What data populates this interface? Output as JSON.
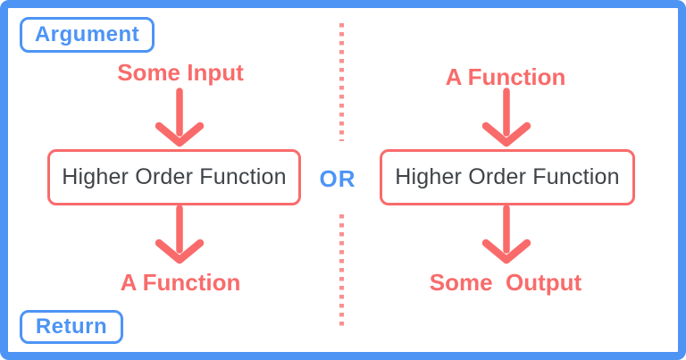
{
  "diagram": {
    "title_semantics": "Higher Order Function diagram",
    "badges": {
      "argument": "Argument",
      "return": "Return"
    },
    "or_label": "OR",
    "left_flow": {
      "input": "Some Input",
      "box": "Higher Order Function",
      "output": "A Function"
    },
    "right_flow": {
      "input": "A Function",
      "box": "Higher Order Function",
      "output": "Some  Output"
    }
  },
  "colors": {
    "frame_blue": "#4D94F5",
    "accent_salmon": "#F96B6B",
    "box_text": "#3E4347",
    "background": "#FFFFFF"
  }
}
